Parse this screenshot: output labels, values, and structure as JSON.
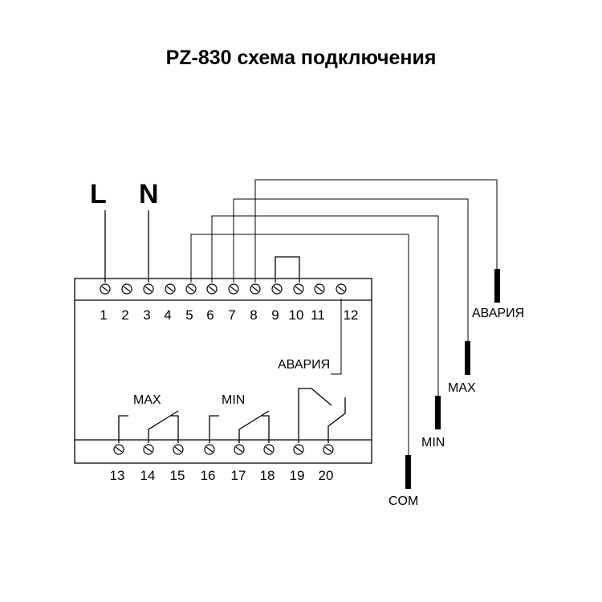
{
  "title": "PZ-830 схема подключения",
  "supply": {
    "line": "L",
    "neutral": "N"
  },
  "top_terminals": [
    "1",
    "2",
    "3",
    "4",
    "5",
    "6",
    "7",
    "8",
    "9",
    "10",
    "11",
    "12"
  ],
  "bottom_terminals": [
    "13",
    "14",
    "15",
    "16",
    "17",
    "18",
    "19",
    "20"
  ],
  "relays": {
    "max": "MAX",
    "min": "MIN",
    "alarm": "АВАРИЯ"
  },
  "probes": {
    "alarm": "АВАРИЯ",
    "max": "MAX",
    "min": "MIN",
    "com": "COM"
  }
}
